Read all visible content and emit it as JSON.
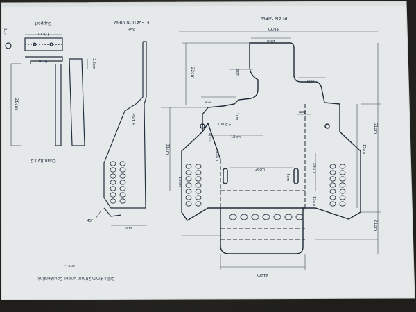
{
  "drawing": {
    "plan_title": "PLAN VIEW",
    "elevation_title": "ELEVATION VIEW",
    "elevation_subtitle": "Part",
    "support_title": "Support",
    "quantity_note": "Quantity x 2",
    "footer_note": "Drills 4mm 20mm under Countersink",
    "footer_sub": "and ...",
    "part_label": "Part 6"
  },
  "dimensions": {
    "plan": {
      "overall_top": "31cm",
      "tab_width": "18cm",
      "left_height": "22cm",
      "right_height": "51cm",
      "right_inner": "15cm",
      "bottom_right": "21cm",
      "bottom_width": "31cm",
      "inner_width": "26cm",
      "inner_width_2": "18cm",
      "side_height": "31cm",
      "side_height_2": "25cm",
      "wing_height": "26cm",
      "wing_left": "13cm",
      "step_a": "8cm",
      "step_b": "8cm",
      "notch": "3cm",
      "notch_2": "2cm",
      "hole_a": "6mm",
      "hole_b": "4.5mm",
      "slot": "5cm",
      "gap": "13cm",
      "tab_small": "1cm"
    },
    "support": {
      "width": "10cm",
      "depth": "5cm",
      "height": "28cm",
      "drop": "2.5cm",
      "tab": "1cm"
    },
    "elevation": {
      "base": "6cm",
      "angle": "45°"
    }
  },
  "colors": {
    "paper": "#e8eaea",
    "ink": "#1c2a3d",
    "pencil": "#6f7b88"
  }
}
